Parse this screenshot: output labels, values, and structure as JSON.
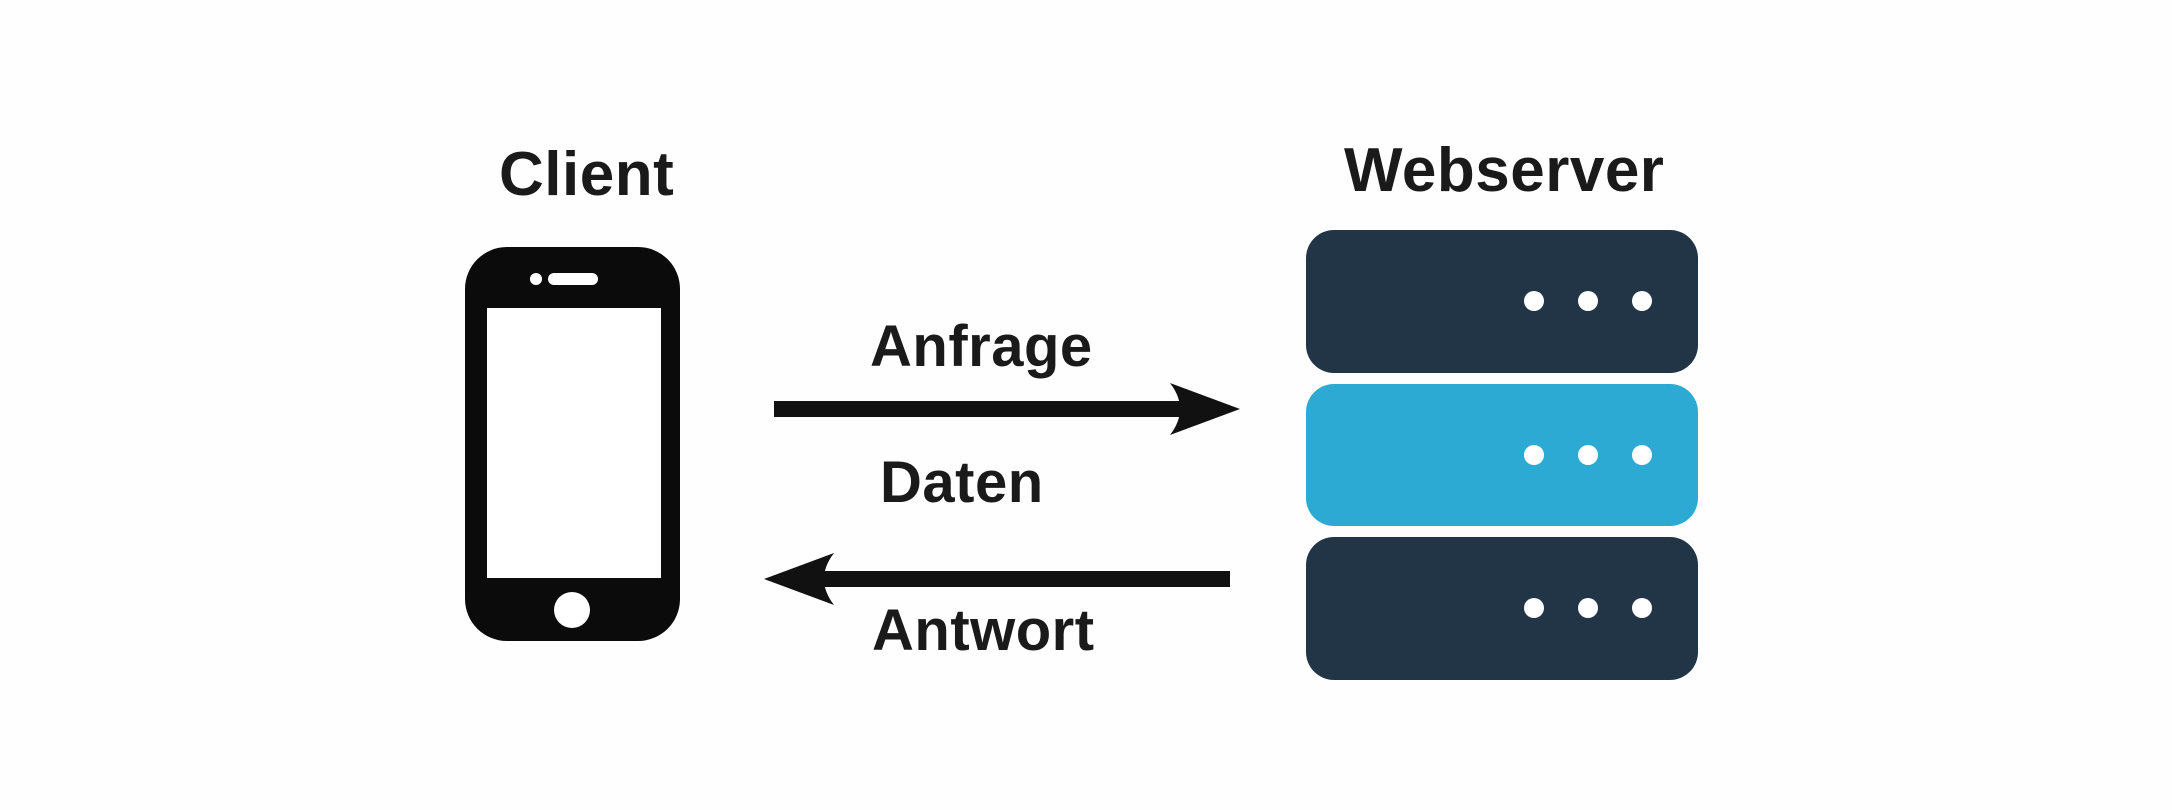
{
  "client": {
    "title": "Client",
    "icon": "smartphone-icon"
  },
  "server": {
    "title": "Webserver",
    "icon": "server-stack-icon",
    "rack_colors": [
      "#223546",
      "#2caad3",
      "#223546"
    ]
  },
  "flows": {
    "request_label": "Anfrage",
    "data_label": "Daten",
    "response_label": "Antwort"
  },
  "colors": {
    "ink": "#111111",
    "dark_rack": "#223546",
    "accent_rack": "#2caad3",
    "rack_dots": "#ffffff"
  }
}
